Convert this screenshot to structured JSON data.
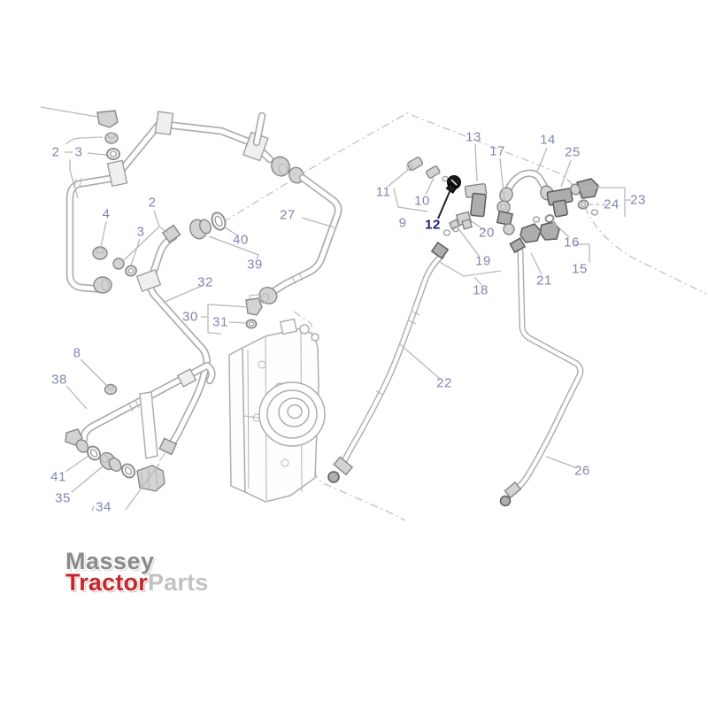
{
  "diagram": {
    "description": "Exploded hydraulic pipe and fitting parts diagram with pump assembly",
    "highlighted_callout": "12",
    "callouts": [
      {
        "label": "2"
      },
      {
        "label": "3"
      },
      {
        "label": "4"
      },
      {
        "label": "2"
      },
      {
        "label": "3"
      },
      {
        "label": "27"
      },
      {
        "label": "40"
      },
      {
        "label": "39"
      },
      {
        "label": "32"
      },
      {
        "label": "30"
      },
      {
        "label": "31"
      },
      {
        "label": "8"
      },
      {
        "label": "38"
      },
      {
        "label": "41"
      },
      {
        "label": "35"
      },
      {
        "label": "34"
      },
      {
        "label": "11"
      },
      {
        "label": "10"
      },
      {
        "label": "9"
      },
      {
        "label": "12"
      },
      {
        "label": "13"
      },
      {
        "label": "17"
      },
      {
        "label": "14"
      },
      {
        "label": "25"
      },
      {
        "label": "23"
      },
      {
        "label": "24"
      },
      {
        "label": "20"
      },
      {
        "label": "19"
      },
      {
        "label": "18"
      },
      {
        "label": "16"
      },
      {
        "label": "15"
      },
      {
        "label": "21"
      },
      {
        "label": "22"
      },
      {
        "label": "26"
      }
    ]
  },
  "logo": {
    "word1": "Massey",
    "word2": "Tractor",
    "word3": "Parts"
  },
  "colors": {
    "callout_text": "#8286ad",
    "callout_highlight": "#1d1d73",
    "line_art": "#ababab",
    "highlight_part": "#1a1a1a",
    "logo_red": "#c1272d",
    "logo_gray": "#8a8a8a",
    "logo_light": "#c2c2c2"
  }
}
